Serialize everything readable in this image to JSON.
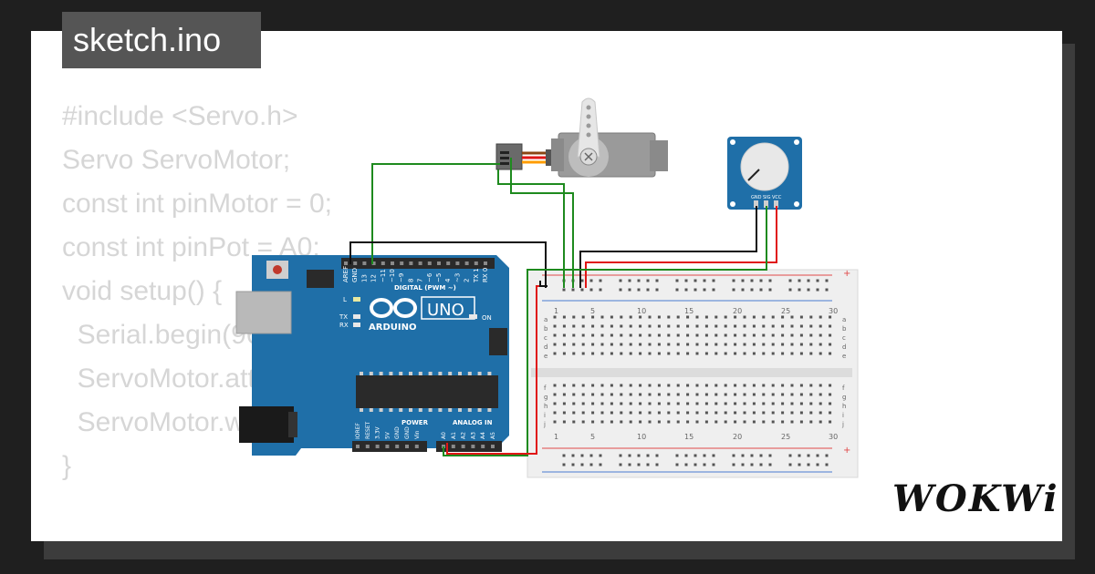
{
  "file_tab": {
    "filename": "sketch.ino"
  },
  "code_lines": [
    "#include <Servo.h>",
    "",
    "Servo ServoMotor;",
    "const int pinMotor = 0;",
    "const int pinPot = A0;",
    "",
    "void setup() {",
    "  Serial.begin(9600);",
    "  ServoMotor.attach(pinMotor);",
    "  ServoMotor.write(0);",
    "}"
  ],
  "arduino": {
    "brand": "ARDUINO",
    "model": "UNO",
    "digital_header_label": "DIGITAL (PWM ~)",
    "analog_header_label": "ANALOG IN",
    "power_header_label": "POWER",
    "on_label": "ON",
    "led_l_label": "L",
    "led_tx_label": "TX",
    "led_rx_label": "RX",
    "digital_pins": [
      "AREF",
      "GND",
      "13",
      "12",
      "~11",
      "~10",
      "~9",
      "8",
      "7",
      "~6",
      "~5",
      "4",
      "~3",
      "2",
      "TX 1",
      "RX 0"
    ],
    "power_pins": [
      "IOREF",
      "RESET",
      "3.3V",
      "5V",
      "GND",
      "GND",
      "Vin"
    ],
    "analog_pins": [
      "A0",
      "A1",
      "A2",
      "A3",
      "A4",
      "A5"
    ]
  },
  "breadboard": {
    "column_numbers": [
      "1",
      "5",
      "10",
      "15",
      "20",
      "25",
      "30"
    ],
    "row_letters_top": [
      "a",
      "b",
      "c",
      "d",
      "e"
    ],
    "row_letters_bottom": [
      "f",
      "g",
      "h",
      "i",
      "j"
    ],
    "plus_sign": "+"
  },
  "potentiometer": {
    "pin_labels": [
      "GND",
      "SIG",
      "VCC"
    ]
  },
  "brand_logo": {
    "text": "WOKWi"
  },
  "colors": {
    "board_blue": "#1f6fa8",
    "wire_green": "#1e8a1e",
    "wire_red": "#e01616",
    "wire_black": "#111111",
    "code_text": "#d6d6d6"
  }
}
